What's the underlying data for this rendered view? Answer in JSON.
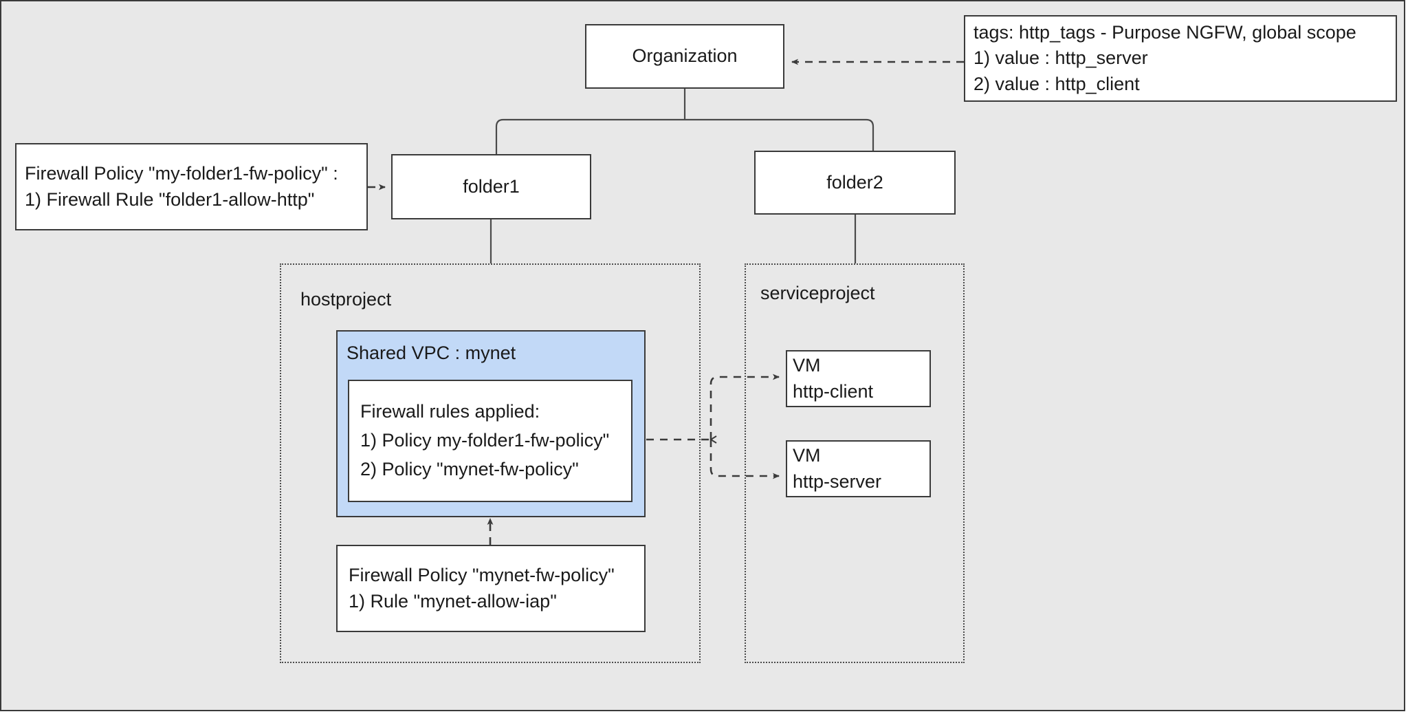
{
  "diagram": {
    "title": "GCP hierarchical firewall policy diagram",
    "background_color": "#e8e8e8",
    "vpc_fill_color": "#c2d9f7",
    "stroke_color": "#3a3a3a"
  },
  "nodes": {
    "organization": {
      "label": "Organization"
    },
    "folder1": {
      "label": "folder1"
    },
    "folder2": {
      "label": "folder2"
    },
    "tags_note": {
      "line1": "tags: http_tags - Purpose NGFW, global scope",
      "line2": "1) value : http_server",
      "line3": "2) value : http_client"
    },
    "folder1_policy_note": {
      "line1": "Firewall Policy \"my-folder1-fw-policy\" :",
      "line2": "1) Firewall Rule \"folder1-allow-http\""
    },
    "hostproject": {
      "label": "hostproject"
    },
    "serviceproject": {
      "label": "serviceproject"
    },
    "shared_vpc": {
      "label": "Shared VPC : mynet"
    },
    "firewall_rules_applied": {
      "line1": "Firewall rules applied:",
      "line2": "1) Policy my-folder1-fw-policy\"",
      "line3": "2) Policy \"mynet-fw-policy\""
    },
    "mynet_policy_note": {
      "line1": "Firewall Policy \"mynet-fw-policy\"",
      "line2": "1) Rule \"mynet-allow-iap\""
    },
    "vm_http_client": {
      "line1": "VM",
      "line2": "http-client"
    },
    "vm_http_server": {
      "line1": "VM",
      "line2": "http-server"
    }
  }
}
